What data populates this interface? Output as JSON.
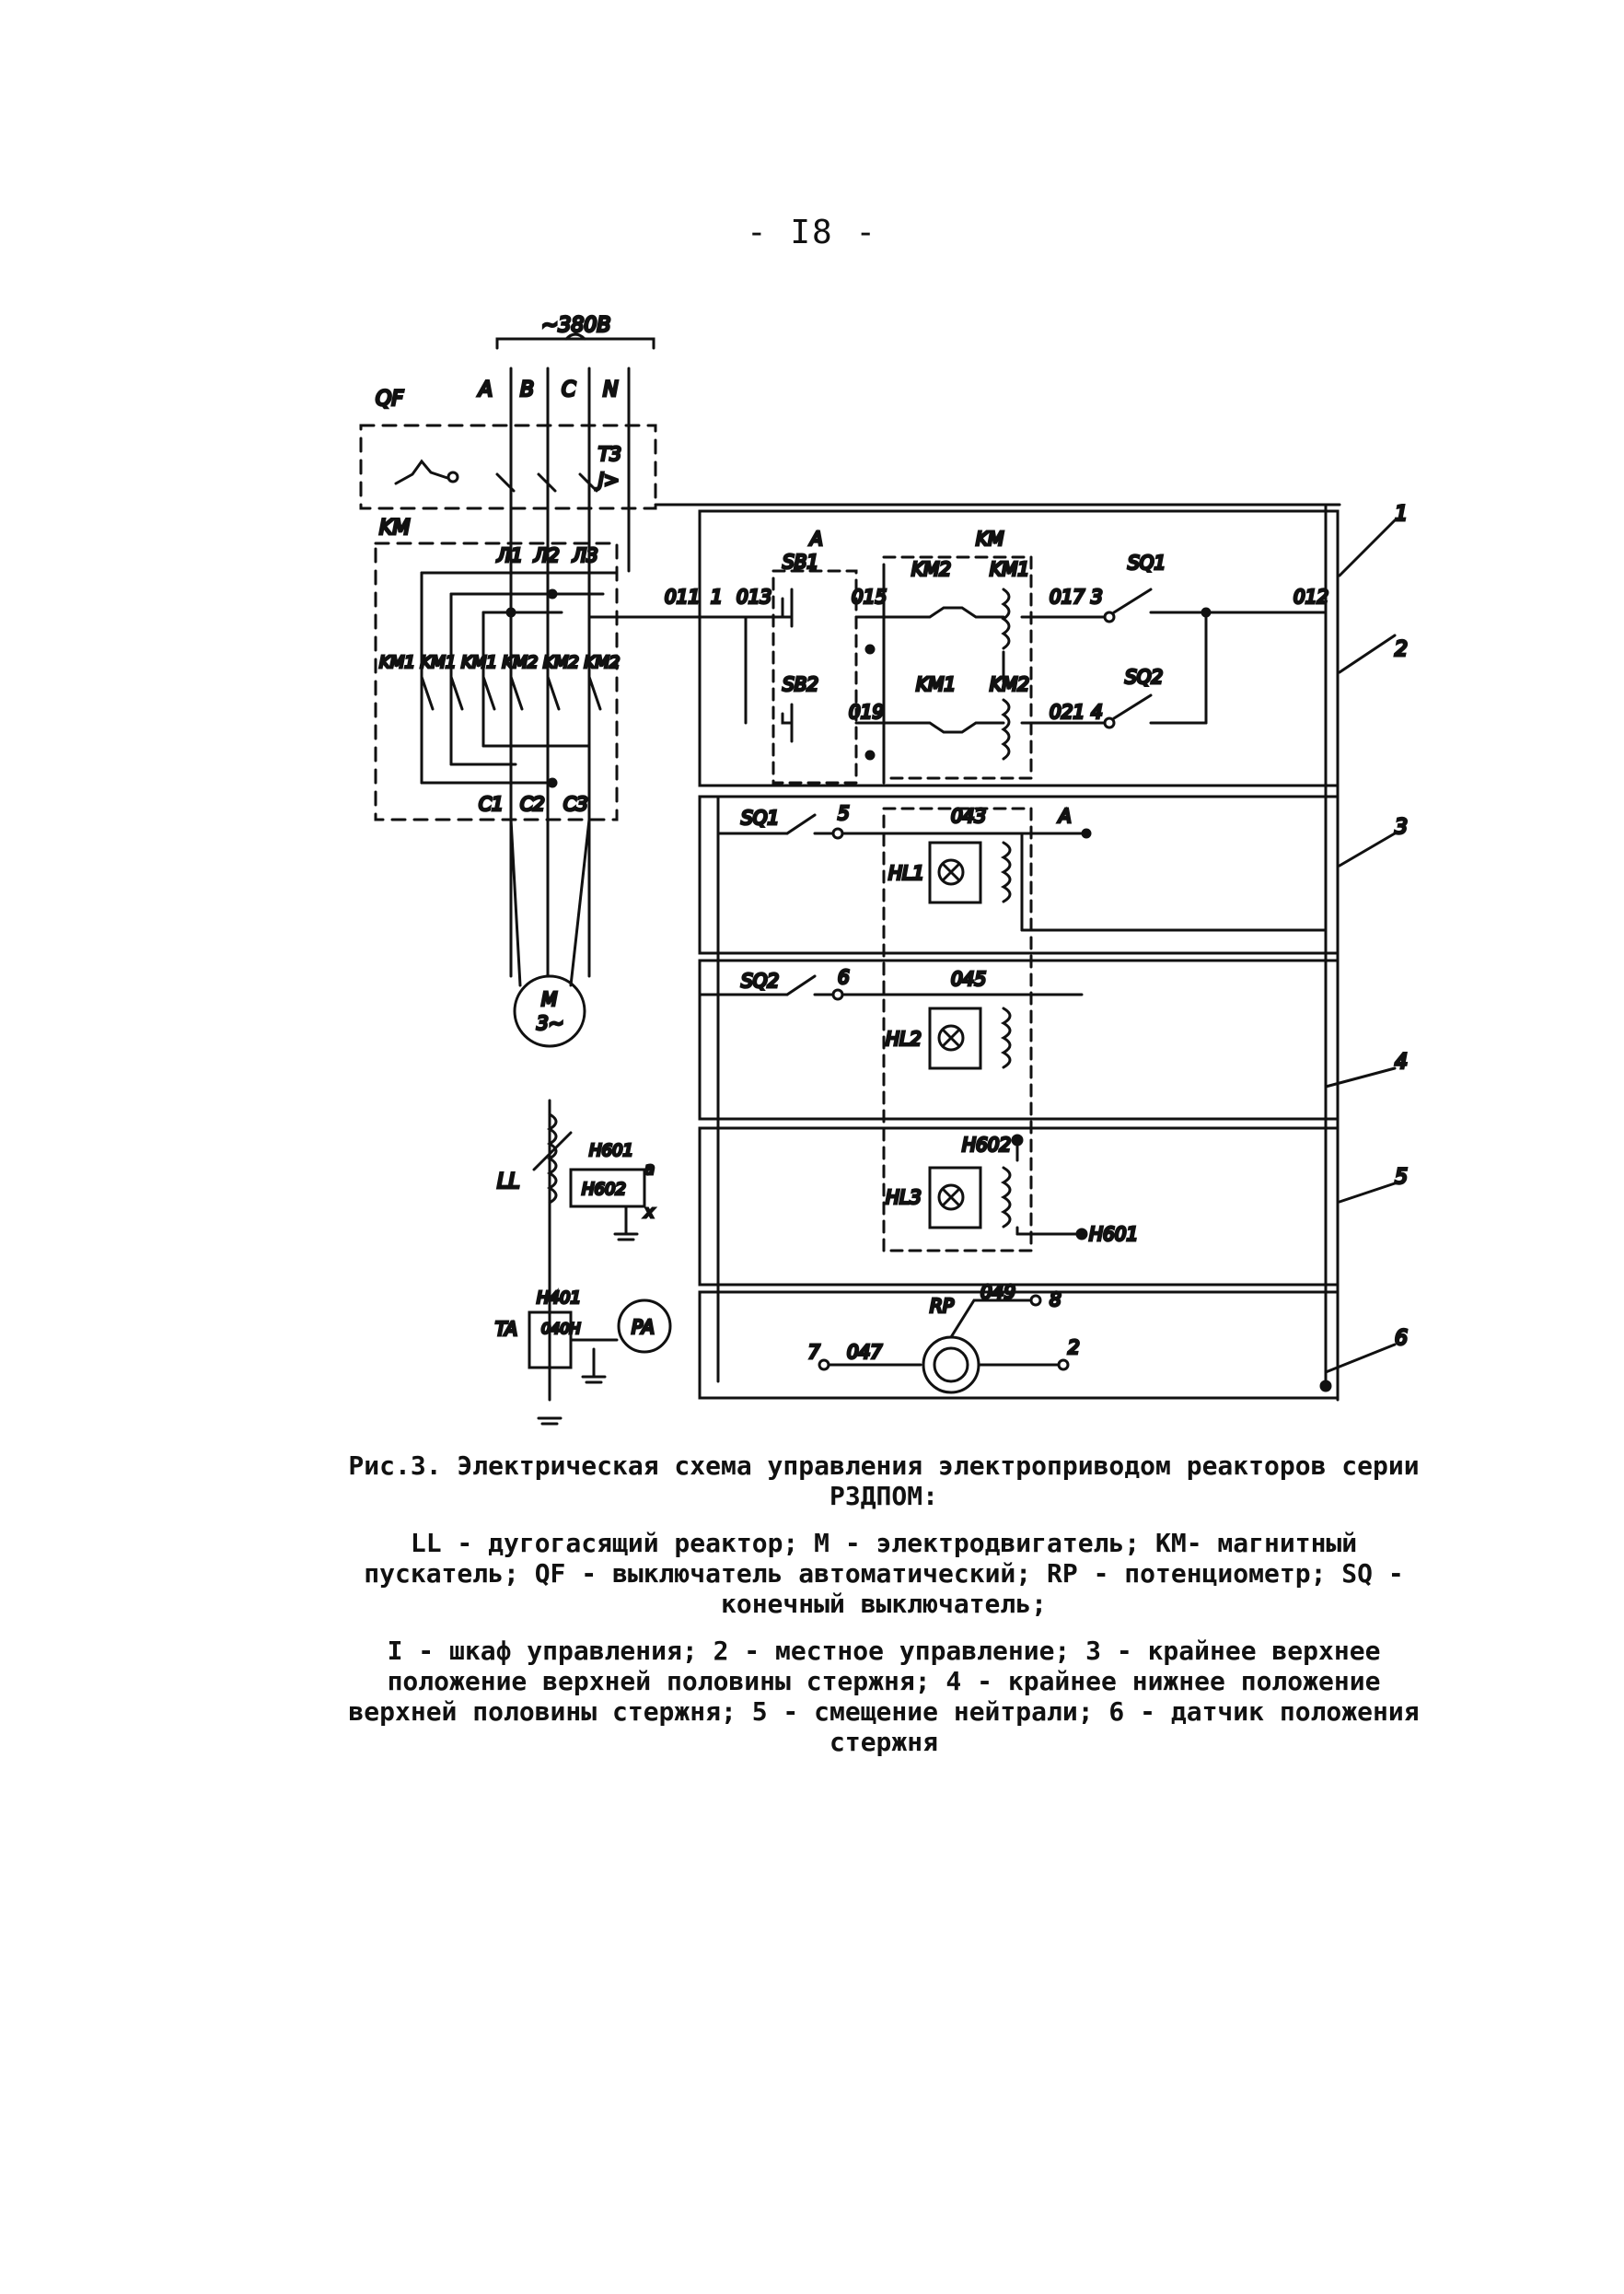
{
  "page_number": "- I8 -",
  "labels": {
    "voltage": "~380B",
    "qf": "QF",
    "phase_a": "A",
    "phase_b": "B",
    "phase_c": "C",
    "neutral": "N",
    "t3": "T3",
    "j_gt": "J>",
    "km_block": "KM",
    "l1": "Л1",
    "l2": "Л2",
    "l3": "Л3",
    "km_contacts": "KM1 KM1 KM1 KM2 KM2 KM2",
    "c1": "C1",
    "c2": "C2",
    "c3": "C3",
    "motor_m": "M",
    "motor_3": "3~",
    "w011": "011",
    "n1": "1",
    "w013": "013",
    "w015": "015",
    "w017": "017",
    "n3": "3",
    "w012": "012",
    "a_top": "A",
    "km_top": "KM",
    "sb1": "SB1",
    "km2_a": "KM2",
    "km1_a": "KM1",
    "sq1_top": "SQ1",
    "sb2": "SB2",
    "km1_b": "KM1",
    "km2_b": "KM2",
    "w019": "019",
    "w021": "021",
    "n4": "4",
    "sq2_top": "SQ2",
    "sq1_b": "SQ1",
    "n5": "5",
    "w043": "043",
    "a_out": "A",
    "hl1": "HL1",
    "sq2_b": "SQ2",
    "n6": "6",
    "w045": "045",
    "hl2": "HL2",
    "h602": "H602",
    "hl3": "HL3",
    "h601_out": "H601",
    "rp": "RP",
    "w049": "049",
    "n8": "8",
    "n7": "7",
    "w047": "047",
    "n2": "2",
    "ll": "LL",
    "h601": "H601",
    "a_small": "a",
    "h602_l": "H602",
    "x_small": "x",
    "h401": "H401",
    "ta": "TA",
    "w040h": "040H",
    "pa": "PA",
    "call_1": "1",
    "call_2": "2",
    "call_3": "3",
    "call_4": "4",
    "call_5": "5",
    "call_6": "6"
  },
  "caption": {
    "title": "Рис.3. Электрическая схема управления электроприводом реакторов серии РЗДПОМ:",
    "legend": "LL - дугогасящий реактор; M - электродвигатель; KM- магнитный пускатель; QF - выключатель автоматический; RP - потенциометр; SQ - конечный выключатель;",
    "zones": "I - шкаф управления; 2 - местное управление; 3 - крайнее верхнее положение верхней половины стержня; 4 - крайнее нижнее положение верхней половины стержня; 5 - смещение нейтрали; 6 - датчик положения стержня"
  }
}
